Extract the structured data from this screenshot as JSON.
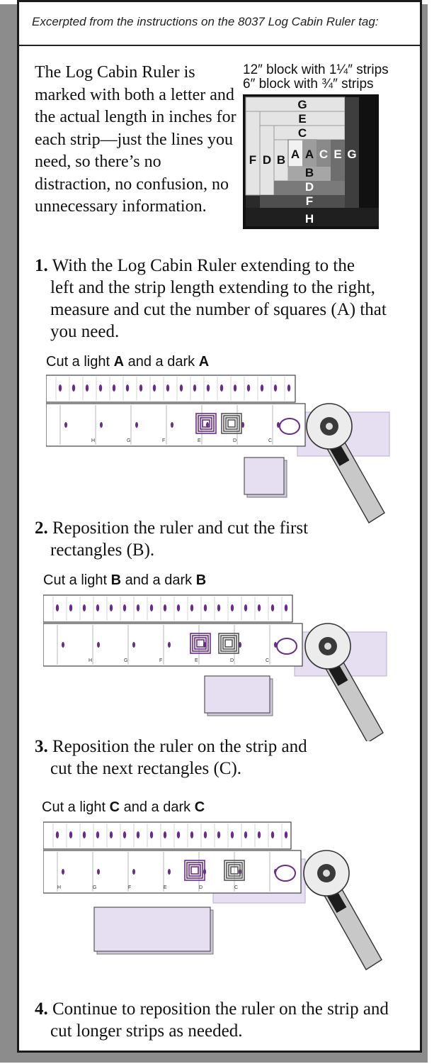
{
  "header": {
    "text": "Excerpted from the instructions on the 8037 Log Cabin Ruler tag:"
  },
  "intro": {
    "text": "The Log Cabin Ruler is marked with both a letter and the actual length in inches for each strip—just the lines you need, so there’s no distraction, no confusion, no unnecessary information."
  },
  "block_caption": {
    "line1": "12″ block with 1¼″ strips",
    "line2": "6″ block with ¾″ strips"
  },
  "block_letters": {
    "g": "G",
    "e": "E",
    "c": "C",
    "f": "F",
    "d": "D",
    "b_left": "B",
    "a1": "A",
    "a2": "A",
    "c_right": "C",
    "e_right": "E",
    "g_right": "G",
    "b_bottom": "B",
    "d_bottom": "D",
    "f_bottom": "F",
    "h": "H"
  },
  "steps": [
    {
      "num": "1.",
      "line1": "With the Log Cabin Ruler extending to the",
      "line2": "left and the strip length extending to the right,",
      "line3": "measure and cut the number of squares (A) that",
      "line4": "you need."
    },
    {
      "num": "2.",
      "line1": "Reposition the ruler and cut the first",
      "line2": "rectangles (B)."
    },
    {
      "num": "3.",
      "line1": "Reposition the ruler on the strip and",
      "line2": "cut the next rectangles (C)."
    },
    {
      "num": "4.",
      "line1": "Continue to reposition the ruler on the strip and",
      "line2": "cut longer strips as needed."
    }
  ],
  "cuts": [
    {
      "prefix": "Cut a light ",
      "letter1": "A",
      "mid": " and a dark ",
      "letter2": "A"
    },
    {
      "prefix": "Cut a light ",
      "letter1": "B",
      "mid": " and a dark ",
      "letter2": "B"
    },
    {
      "prefix": "Cut a light ",
      "letter1": "C",
      "mid": " and a dark ",
      "letter2": "C"
    }
  ],
  "ruler_letters": [
    "H",
    "G",
    "F",
    "E",
    "D",
    "C"
  ],
  "colors": {
    "accent": "#6a2c8a",
    "fabric": "#e6dff2",
    "dark": "#1c1c1c"
  }
}
